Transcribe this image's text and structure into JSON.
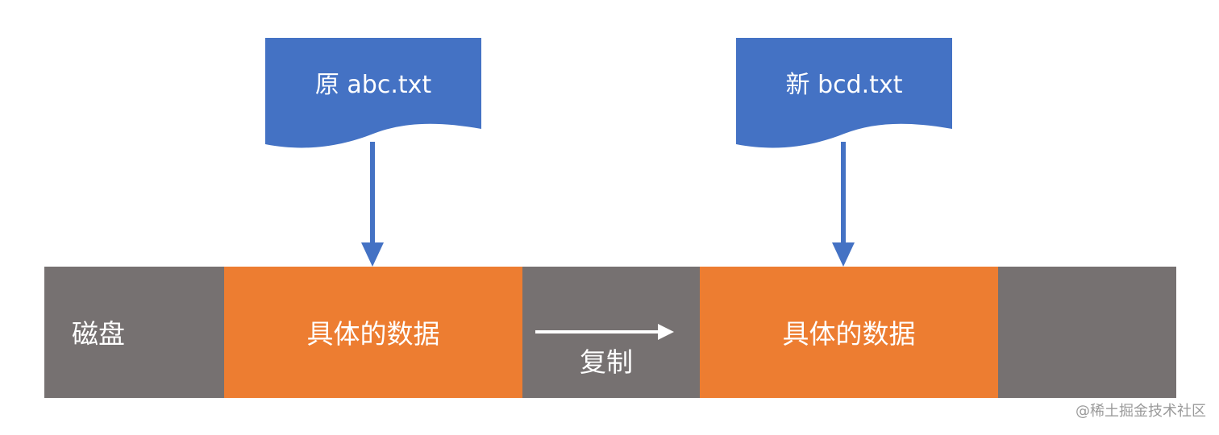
{
  "documents": [
    {
      "label": "原 abc.txt"
    },
    {
      "label": "新 bcd.txt"
    }
  ],
  "disk": {
    "label": "磁盘",
    "blocks": [
      {
        "label": "具体的数据"
      },
      {
        "label": "具体的数据"
      }
    ],
    "copy_label": "复制"
  },
  "watermark": "@稀土掘金技术社区",
  "colors": {
    "document_fill": "#4472C4",
    "arrow": "#4472C4",
    "disk_gray": "#767171",
    "data_orange": "#ED7D31",
    "text": "#FFFFFF",
    "watermark": "#9A9A9A"
  }
}
